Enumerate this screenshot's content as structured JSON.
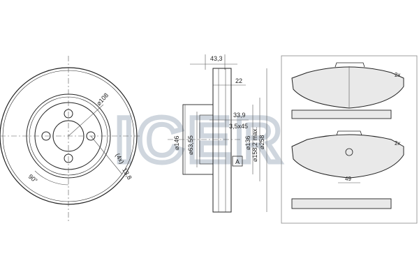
{
  "watermark": {
    "text": "ICER"
  },
  "front_view": {
    "pcd_label": "⌀108",
    "angle_label": "90°",
    "holes_label": "(4x)",
    "hole_dia_label": "13,8"
  },
  "section_view": {
    "overall_height": "43,3",
    "thickness": "22",
    "min_thickness": "33,9",
    "chamfer": "3,5x45",
    "outer_dia": "⌀258",
    "inner_dia": "⌀146",
    "hub_dia": "⌀63,55",
    "hat_dia": "⌀136",
    "max_dia": "⌀158,2 max.",
    "datum": "A"
  },
  "pads": {
    "top_qty": "2x",
    "bottom_qty": "2x",
    "width_label": "49"
  },
  "colors": {
    "line": "#222222",
    "watermark": "#cfd6de",
    "pad_fill": "#e9e9e9"
  }
}
